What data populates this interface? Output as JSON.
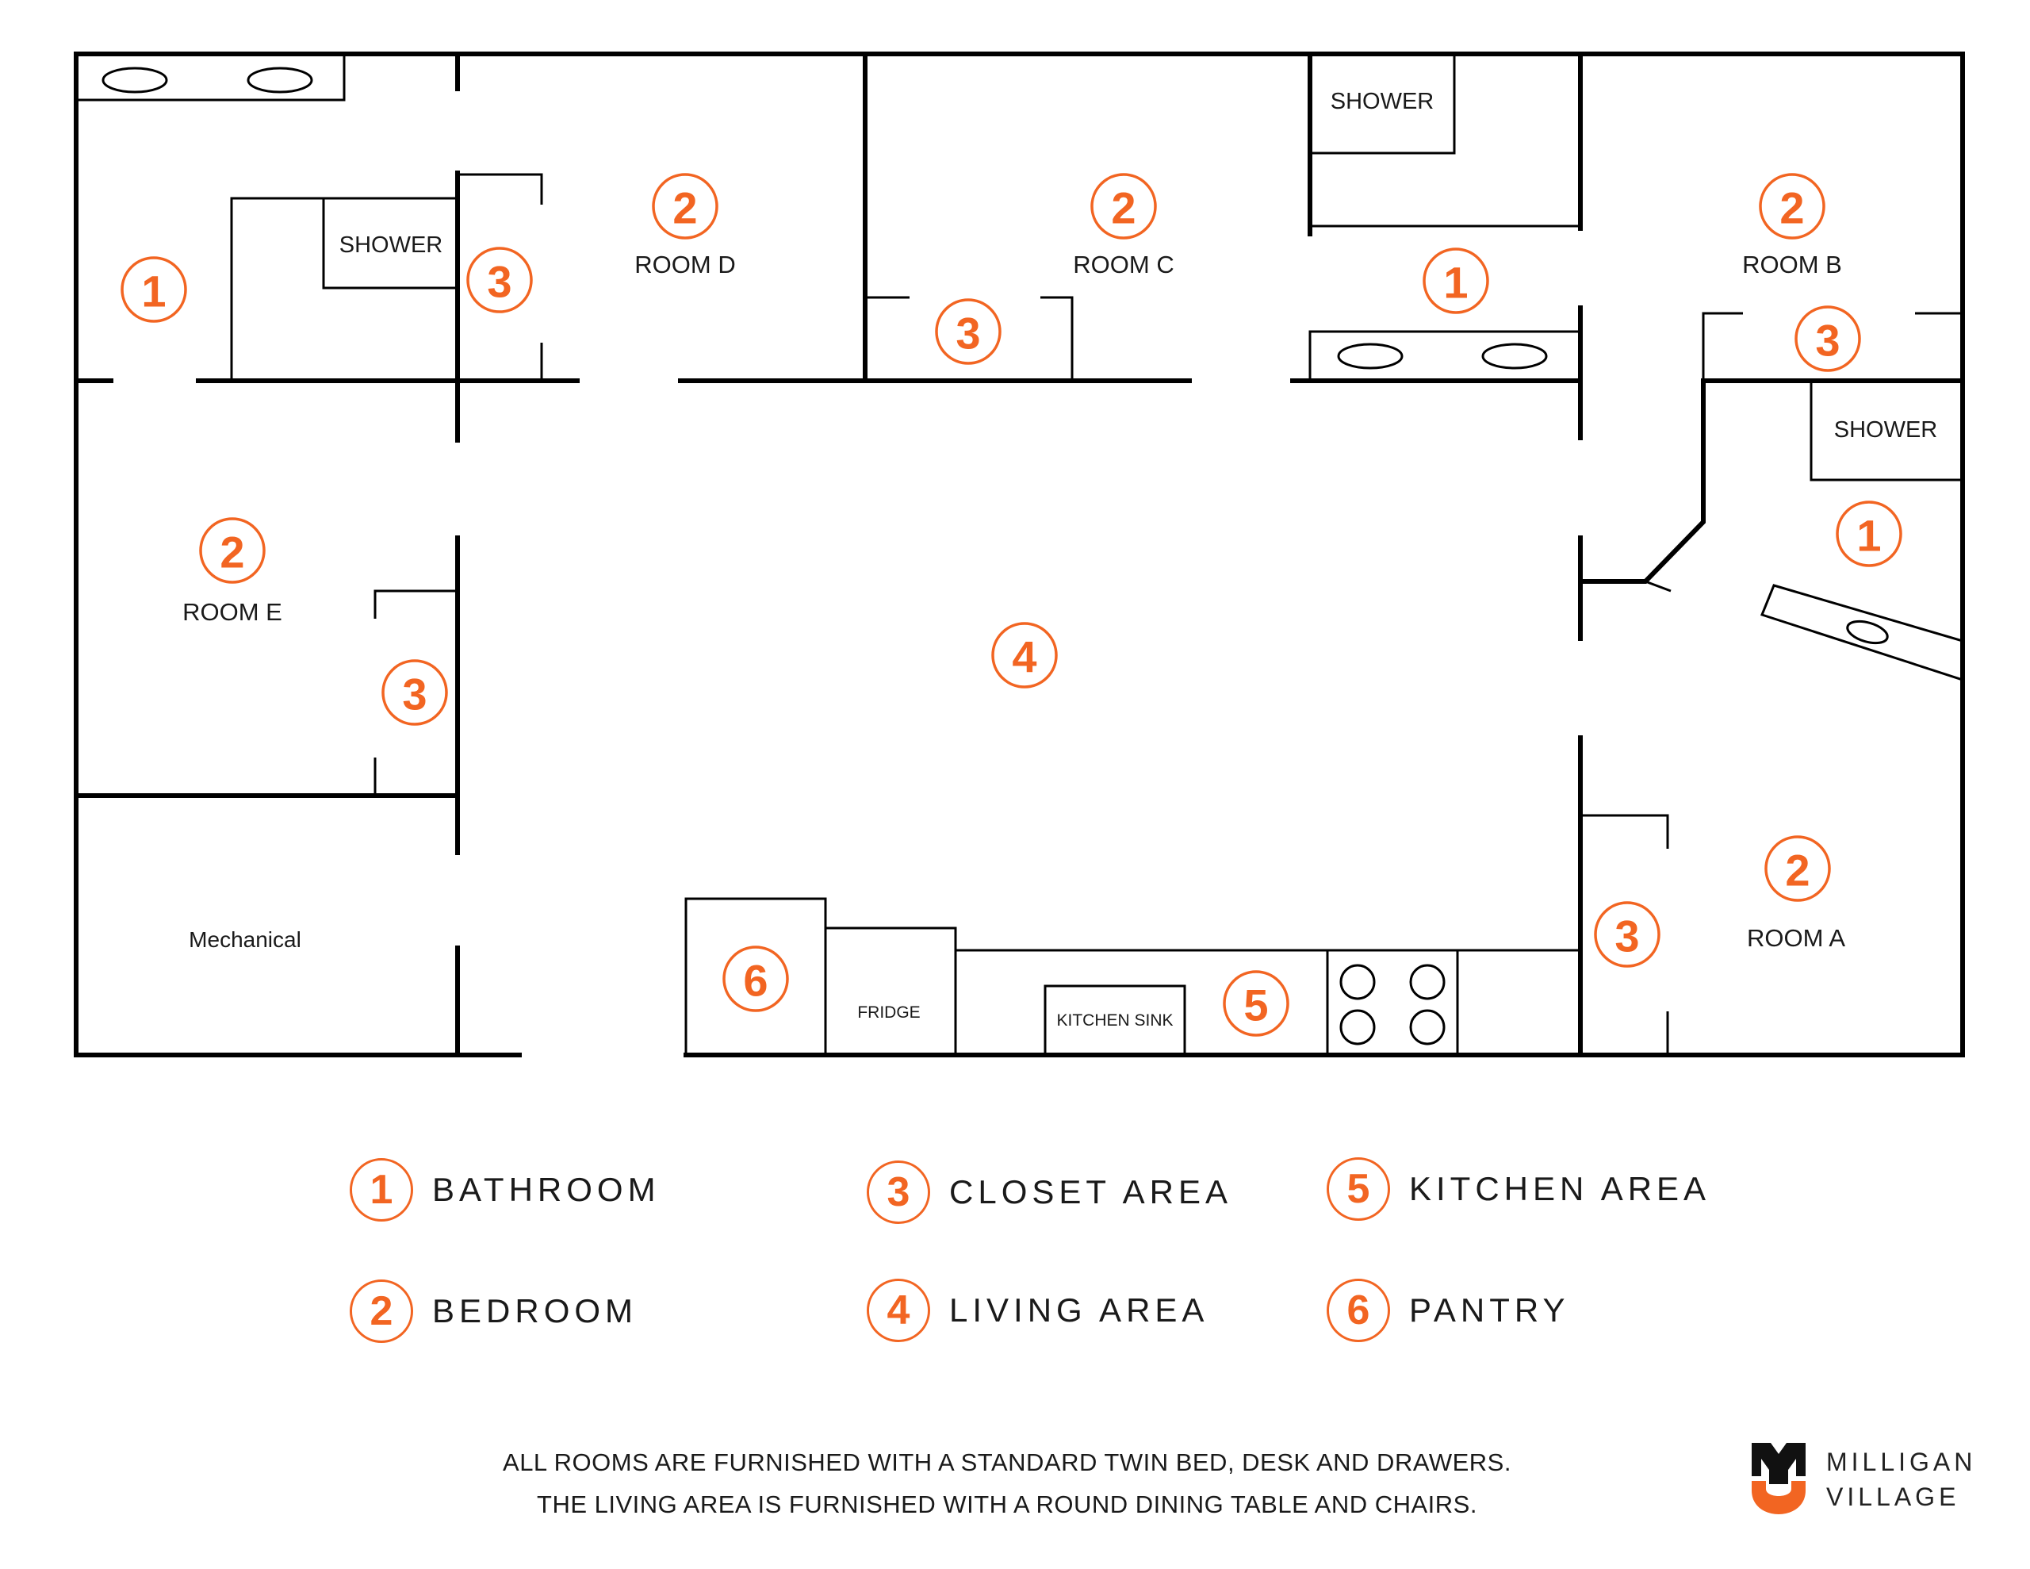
{
  "rooms": {
    "room_d": "ROOM D",
    "room_c": "ROOM C",
    "room_b": "ROOM B",
    "room_e": "ROOM E",
    "room_a": "ROOM A",
    "mechanical": "Mechanical"
  },
  "fixtures": {
    "shower": "SHOWER",
    "fridge": "FRIDGE",
    "kitchen_sink": "KITCHEN SINK"
  },
  "markers": {
    "bath": "1",
    "bed": "2",
    "closet": "3",
    "living": "4",
    "kitchen": "5",
    "pantry": "6"
  },
  "legend": [
    {
      "num": "1",
      "label": "BATHROOM"
    },
    {
      "num": "2",
      "label": "BEDROOM"
    },
    {
      "num": "3",
      "label": "CLOSET AREA"
    },
    {
      "num": "4",
      "label": "LIVING AREA"
    },
    {
      "num": "5",
      "label": "KITCHEN AREA"
    },
    {
      "num": "6",
      "label": "PANTRY"
    }
  ],
  "notes": {
    "line1": "ALL ROOMS ARE FURNISHED WITH A STANDARD TWIN BED, DESK AND DRAWERS.",
    "line2": "THE LIVING AREA IS FURNISHED WITH A ROUND DINING TABLE AND CHAIRS."
  },
  "brand": {
    "line1": "MILLIGAN",
    "line2": "VILLAGE",
    "accent_color": "#F26522"
  }
}
